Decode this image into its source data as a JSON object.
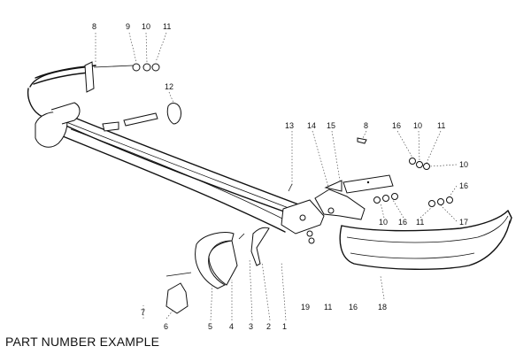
{
  "caption": "PART NUMBER EXAMPLE",
  "callouts": {
    "c8a": "8",
    "c9": "9",
    "c10a": "10",
    "c11a": "11",
    "c12": "12",
    "c13": "13",
    "c14": "14",
    "c15": "15",
    "c8b": "8",
    "c16a": "16",
    "c10b": "10",
    "c11b": "11",
    "c10c": "10",
    "c16b": "16",
    "c10d": "10",
    "c16c": "16",
    "c11c": "11",
    "c17": "17",
    "c7": "7",
    "c6": "6",
    "c5": "5",
    "c4": "4",
    "c3": "3",
    "c2": "2",
    "c1": "1",
    "c19": "19",
    "c11d": "11",
    "c16d": "16",
    "c18": "18"
  }
}
